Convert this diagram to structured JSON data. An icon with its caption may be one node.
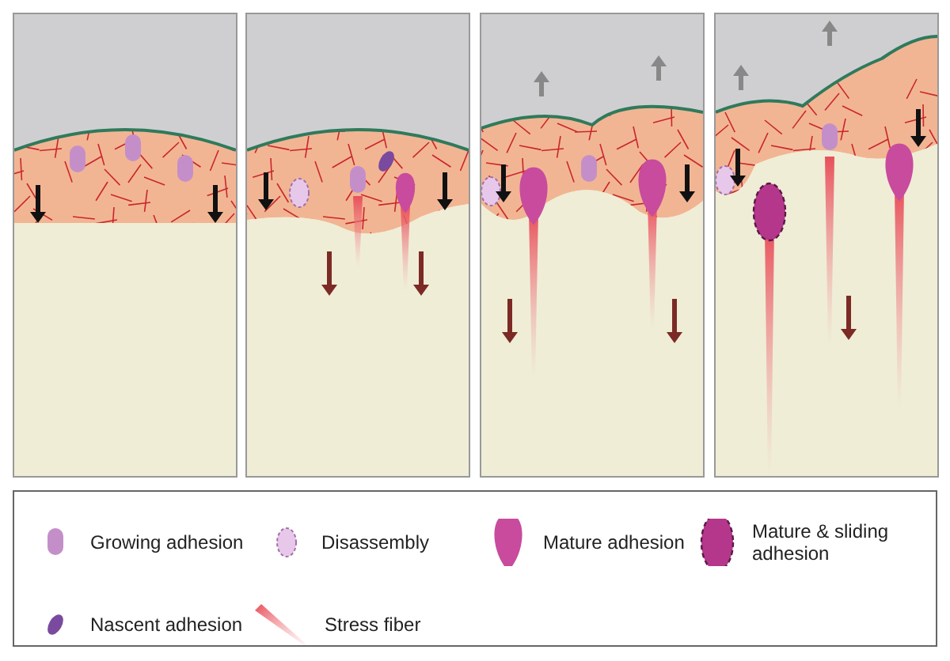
{
  "diagram": {
    "legend": [
      {
        "text": "Growing adhesion"
      },
      {
        "text": "Disassembly"
      },
      {
        "text": "Mature adhesion"
      },
      {
        "text": "Mature & sliding adhesion"
      },
      {
        "text": "Nascent adhesion"
      },
      {
        "text": "Stress fiber"
      }
    ]
  }
}
